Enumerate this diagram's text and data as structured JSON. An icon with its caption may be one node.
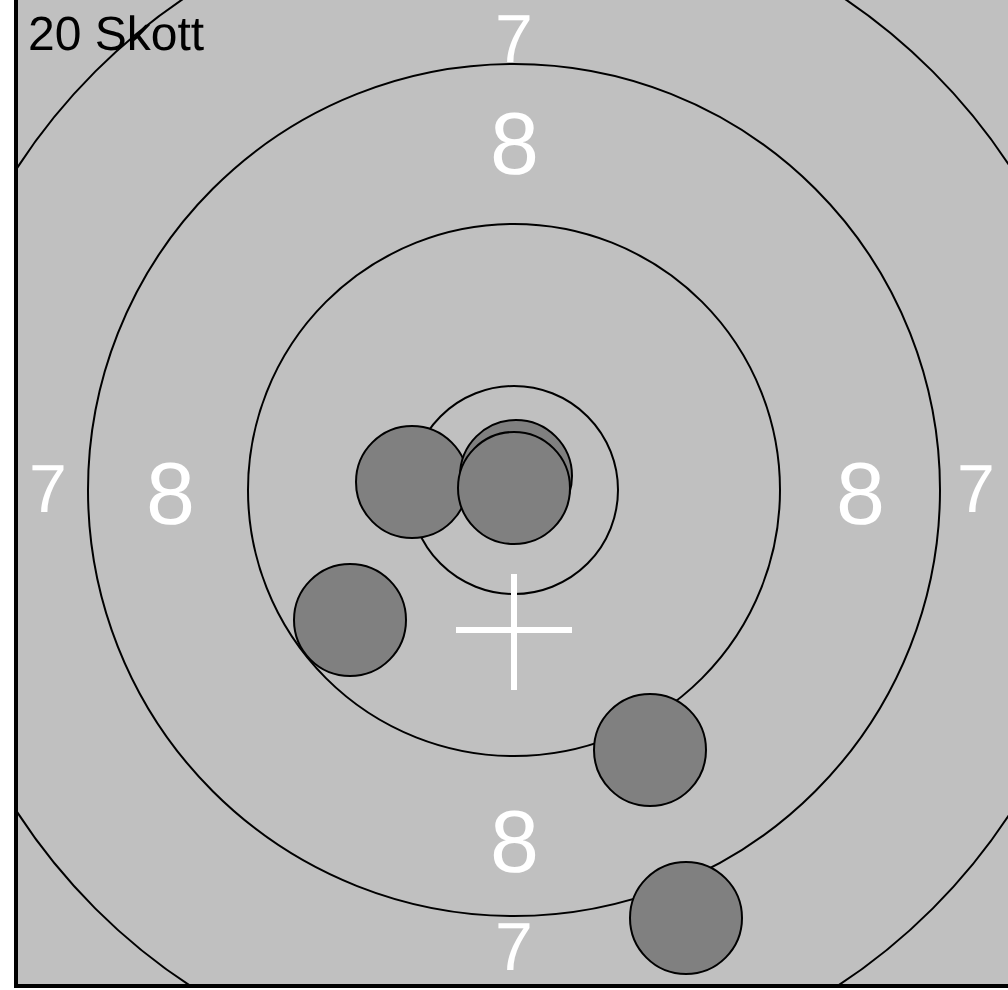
{
  "diagram": {
    "labels": [
      "20 Skott",
      "7",
      "8",
      "7",
      "8",
      "8",
      "7",
      "8",
      "7"
    ]
  }
}
